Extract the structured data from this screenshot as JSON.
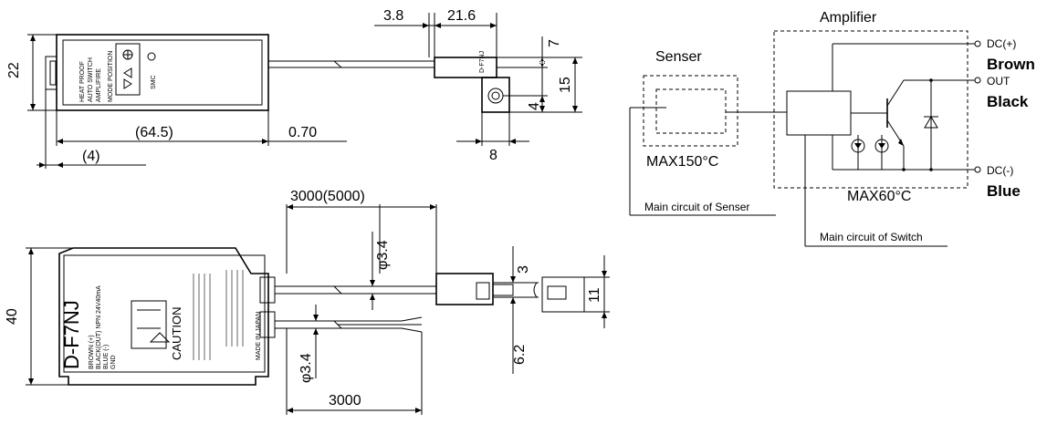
{
  "top_view": {
    "dims": {
      "height": "22",
      "body_length": "(64.5)",
      "offset": "(4)",
      "cable_gap": "0.70",
      "plug_offset": "3.8",
      "plug_length": "21.6",
      "plug_top": "7",
      "plug_height": "15",
      "hole_to_bottom": "4",
      "plug_tab_width": "8"
    },
    "label_lines": [
      "HEAT PROOF",
      "AUTO SWITCH",
      "AMPLIFIRE"
    ],
    "mode_label": "MODE POSITION",
    "brand": "SMC",
    "plug_text": "D-F7NJ"
  },
  "front_view": {
    "dims": {
      "height": "40",
      "cable_length_top": "3000(5000)",
      "diameter_top": "φ3.4",
      "diameter_bottom": "φ3.4",
      "cable_length_bottom": "3000",
      "gap_3": "3",
      "gap_11": "11",
      "gap_6_2": "6.2"
    },
    "model": "D-F7NJ",
    "caution": "CAUTION",
    "label_lines": [
      "BROWN (+)",
      "BLACK(OUT) NPN 24V40mA",
      "BLUE (-)",
      "GND"
    ],
    "made_in": "MADE IN JAPAN"
  },
  "circuit": {
    "amplifier_title": "Amplifier",
    "sensor_title": "Senser",
    "sensor_max": "MAX150°C",
    "amp_max": "MAX60°C",
    "main_sensor": "Main circuit of Senser",
    "main_switch": "Main circuit of Switch",
    "terminals": [
      {
        "code": "DC(+)",
        "color": "Brown"
      },
      {
        "code": "OUT",
        "color": "Black"
      },
      {
        "code": "DC(-)",
        "color": "Blue"
      }
    ]
  }
}
